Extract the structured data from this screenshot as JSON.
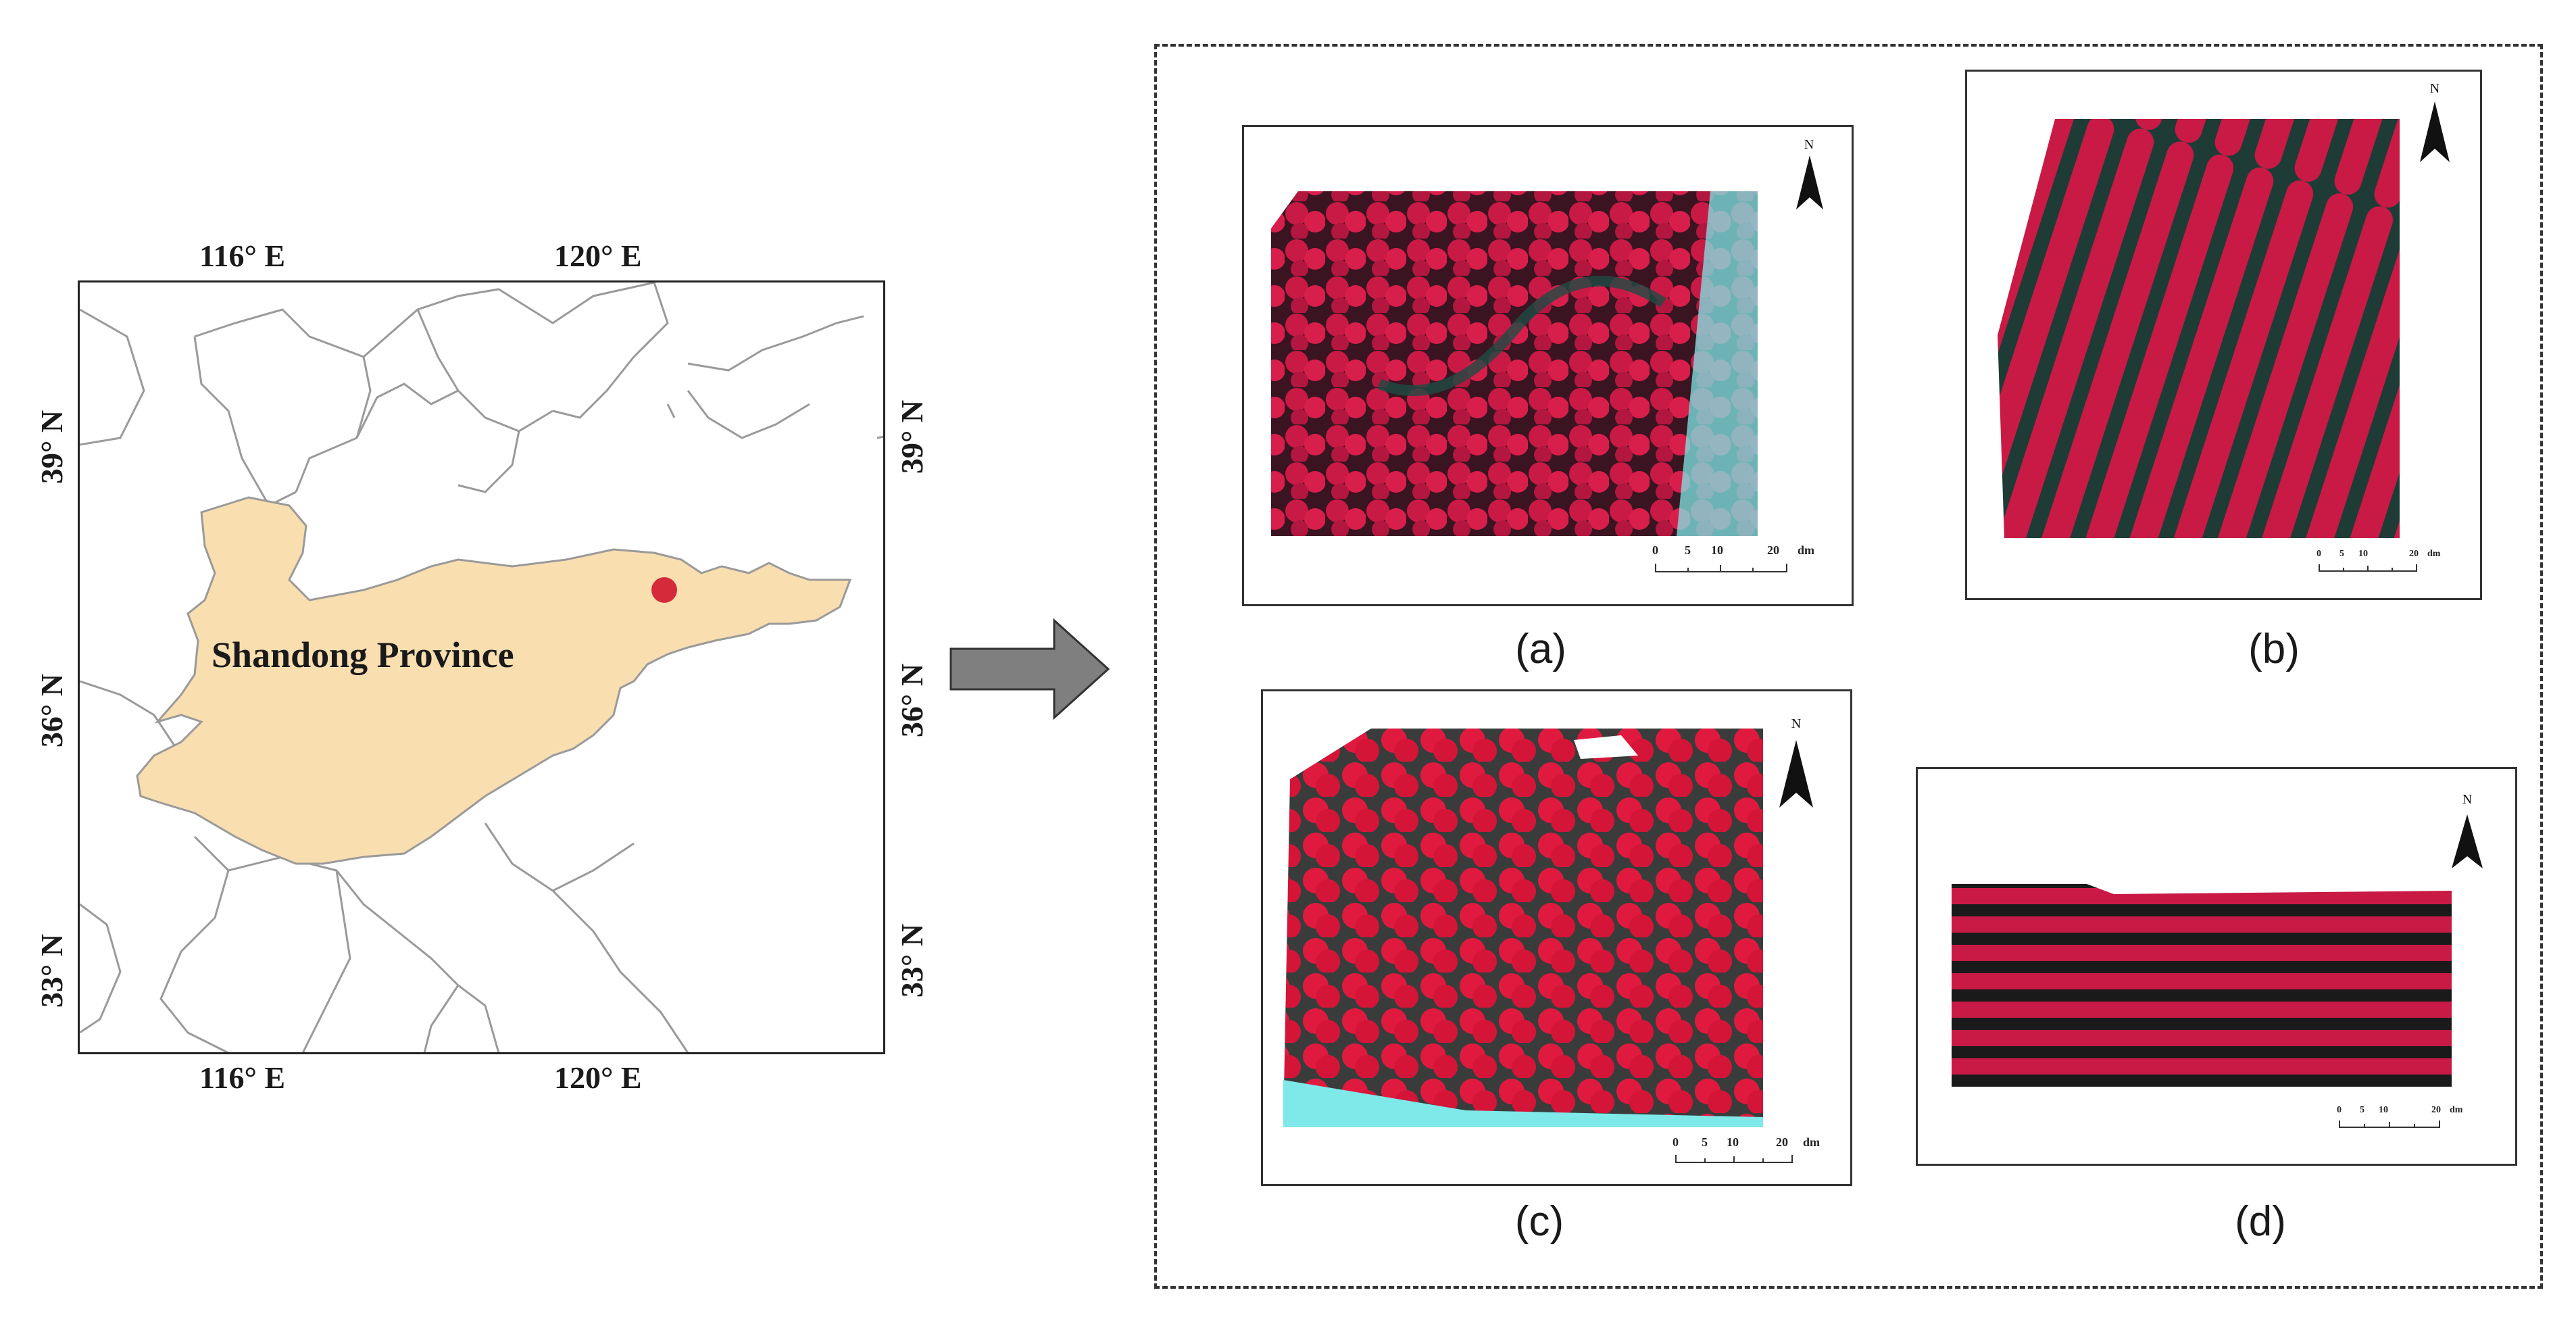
{
  "location_map": {
    "lon_labels": [
      "116° E",
      "120° E"
    ],
    "lat_labels": [
      "39° N",
      "36° N",
      "33° N"
    ],
    "province_label": "Shandong  Province",
    "province_fill": "#f9deb0",
    "site_marker_color": "#d42a3a",
    "boundary_color": "#9a9a9a"
  },
  "arrow": {
    "icon": "right-arrow-icon",
    "fill": "#7f7f7f"
  },
  "panels": [
    {
      "label": "(a)",
      "north": "N",
      "scale": {
        "ticks": [
          "0",
          "5",
          "10",
          "20"
        ],
        "unit": "dm"
      }
    },
    {
      "label": "(b)",
      "north": "N",
      "scale": {
        "ticks": [
          "0",
          "5",
          "10",
          "20"
        ],
        "unit": "dm"
      }
    },
    {
      "label": "(c)",
      "north": "N",
      "scale": {
        "ticks": [
          "0",
          "5",
          "10",
          "20"
        ],
        "unit": "dm"
      }
    },
    {
      "label": "(d)",
      "north": "N",
      "scale": {
        "ticks": [
          "0",
          "5",
          "10",
          "20"
        ],
        "unit": "dm"
      }
    }
  ],
  "colors": {
    "canopy": "#d81e4b",
    "canopy_dark": "#3a1420",
    "ground": "#1f3b36",
    "water": "#7fe8e8"
  }
}
